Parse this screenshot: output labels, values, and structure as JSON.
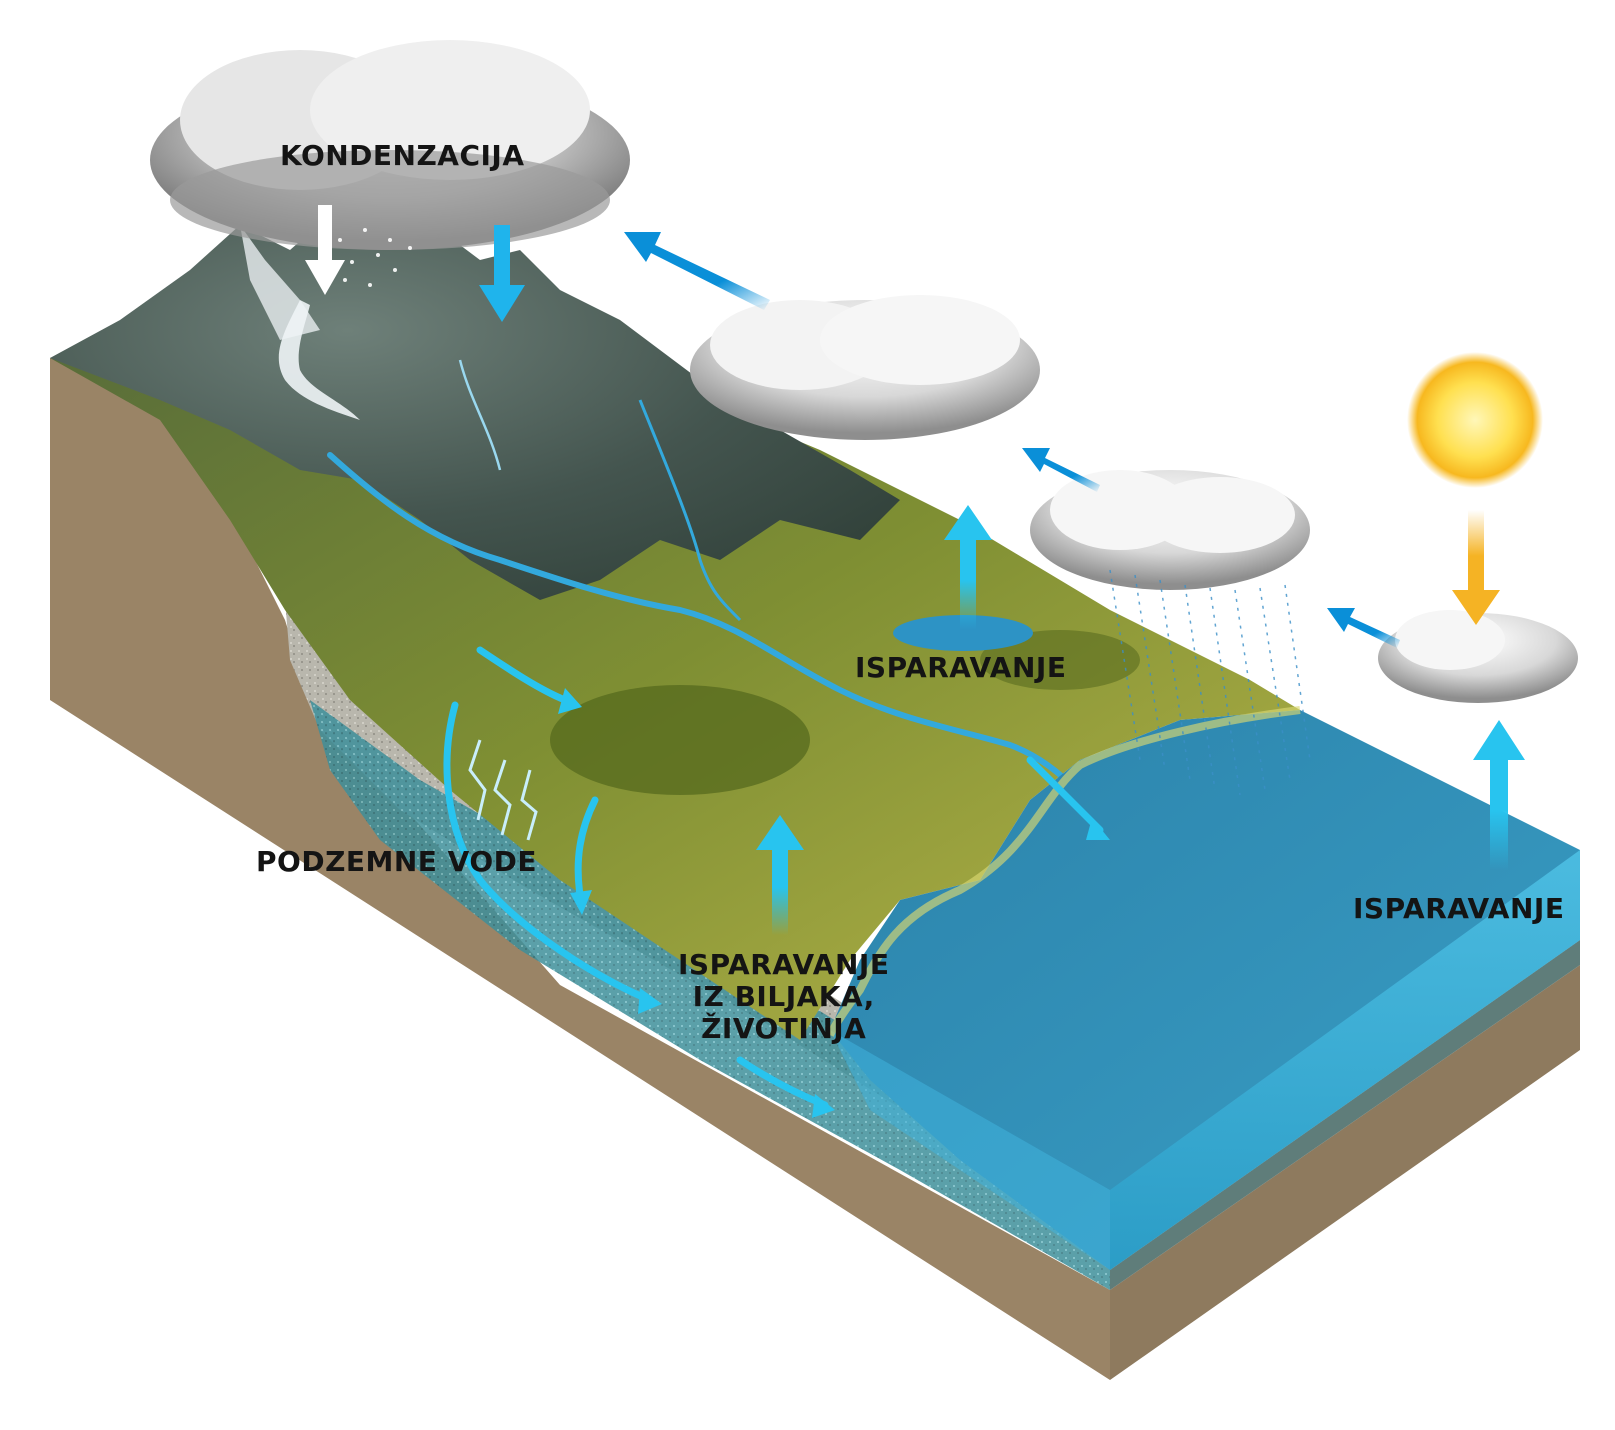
{
  "labels": {
    "condensation": "KONDENZACIJA",
    "evaporation_lake": "ISPARAVANJE",
    "evaporation_sea": "ISPARAVANJE",
    "groundwater": "PODZEMNE VODE",
    "transpiration_line1": "ISPARAVANJE",
    "transpiration_line2": "IZ BILJAKA,",
    "transpiration_line3": "ŽIVOTINJA"
  },
  "colors": {
    "arrow_blue": "#0a8fd8",
    "arrow_cyan": "#28c4ef",
    "sun_core": "#fff3a0",
    "sun_edge": "#f7b81f",
    "sun_arrow": "#f5b324",
    "soil": "#9a8466",
    "water_surface": "#3a93b8",
    "grass": "#8a9a3c",
    "mountain": "#4a5a55"
  },
  "icons": [
    "cloud-icon",
    "sun-icon",
    "rain-icon",
    "arrow-icon"
  ]
}
